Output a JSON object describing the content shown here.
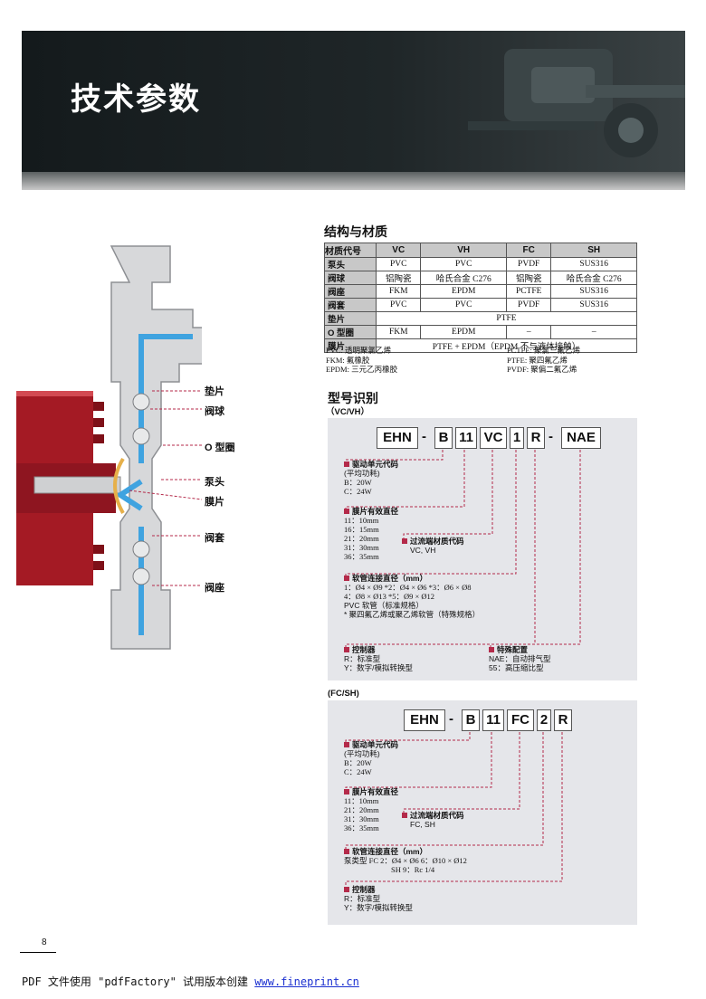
{
  "page_title": "技术参数",
  "structure": {
    "title": "结构与材质",
    "columns": [
      "材质代号",
      "VC",
      "VH",
      "FC",
      "SH"
    ],
    "rows": [
      {
        "label": "泵头",
        "cells": [
          "PVC",
          "PVC",
          "PVDF",
          "SUS316"
        ]
      },
      {
        "label": "阀球",
        "cells": [
          "铝陶瓷",
          "哈氏合金 C276",
          "铝陶瓷",
          "哈氏合金 C276"
        ]
      },
      {
        "label": "阀座",
        "cells": [
          "FKM",
          "EPDM",
          "PCTFE",
          "SUS316"
        ]
      },
      {
        "label": "阀套",
        "cells": [
          "PVC",
          "PVC",
          "PVDF",
          "SUS316"
        ]
      },
      {
        "label": "垫片",
        "span_all": "PTFE"
      },
      {
        "label": "O 型圈",
        "cells": [
          "FKM",
          "EPDM",
          "–",
          "–"
        ]
      },
      {
        "label": "膜片",
        "span_all": "PTFE + EPDM（EPDM 不与液体接触）"
      }
    ],
    "abbreviations": [
      "PVC: 透明聚氯乙烯",
      "PCTFE: 聚氯三氟乙烯",
      "FKM: 氟橡胶",
      "PTFE: 聚四氟乙烯",
      "EPDM: 三元乙丙橡胶",
      "PVDF: 聚偏二氟乙烯"
    ]
  },
  "diagram_labels": [
    "垫片",
    "阀球",
    "O 型圈",
    "泵头",
    "膜片",
    "阀套",
    "阀座"
  ],
  "model": {
    "title": "型号识别",
    "vc_vh": {
      "subtitle": "（VC/VH）",
      "code": [
        "EHN",
        "-",
        "B",
        "11",
        "VC",
        "1",
        "R",
        "-",
        "NAE"
      ],
      "drive_unit": {
        "title": "驱动单元代码",
        "sub": "(平均功耗)",
        "b": "B：20W",
        "c": "C：24W"
      },
      "diaphragm": {
        "title": "膜片有效直径",
        "items": [
          "11：10mm",
          "16：15mm",
          "21：20mm",
          "31：30mm",
          "36：35mm"
        ]
      },
      "filter": {
        "title": "过流端材质代码",
        "value": "VC, VH"
      },
      "tubing": {
        "title": "软管连接直径（mm）",
        "l1": "1：Ø4 × Ø9   *2：Ø4 × Ø6   *3：Ø6 × Ø8",
        "l2": "4：Ø8 × Ø13  *5：Ø9 × Ø12",
        "l3": "PVC 软管（标准规格）",
        "l4": "* 聚四氟乙烯或聚乙烯软管（特殊规格）"
      },
      "controller": {
        "title": "控制器",
        "r": "R：标准型",
        "y": "Y：数字/模拟转换型"
      },
      "special": {
        "title": "特殊配置",
        "nae": "NAE：自动排气型",
        "s55": "55：高压缩比型"
      }
    },
    "fc_sh": {
      "subtitle": "(FC/SH)",
      "code": [
        "EHN",
        "-",
        "B",
        "11",
        "FC",
        "2",
        "R"
      ],
      "drive_unit": {
        "title": "驱动单元代码",
        "sub": "(平均功耗)",
        "b": "B：20W",
        "c": "C：24W"
      },
      "diaphragm": {
        "title": "膜片有效直径",
        "items": [
          "11：10mm",
          "21：20mm",
          "31：30mm",
          "36：35mm"
        ]
      },
      "filter": {
        "title": "过流端材质代码",
        "value": "FC, SH"
      },
      "tubing": {
        "title": "软管连接直径（mm）",
        "l1": "泵类型  FC  2：Ø4 × Ø6  6：Ø10 × Ø12",
        "l2": "SH  9：Rc 1/4"
      },
      "controller": {
        "title": "控制器",
        "r": "R：标准型",
        "y": "Y：数字/模拟转换型"
      }
    }
  },
  "page_number": "8",
  "footer": {
    "text": "PDF 文件使用 \"pdfFactory\" 试用版本创建 ",
    "link": "www.fineprint.cn"
  },
  "colors": {
    "accent": "#b42a4a",
    "panel": "#e5e6ea",
    "fluid": "#3fa3e0",
    "pump_red": "#a41a24"
  }
}
